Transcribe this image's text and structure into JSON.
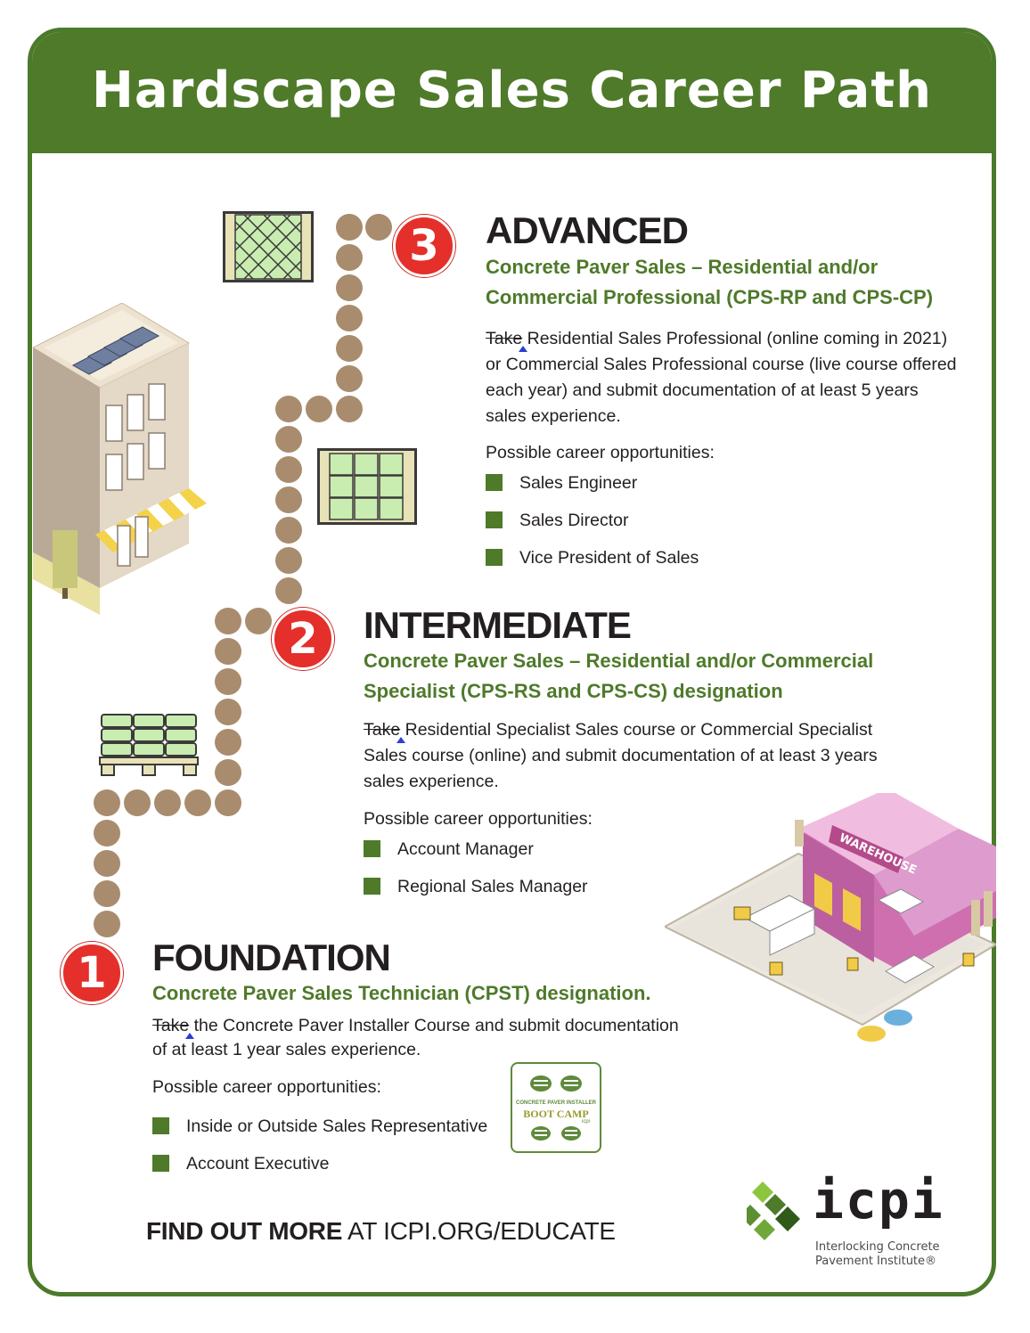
{
  "header": {
    "title": "Hardscape Sales Career Path"
  },
  "advanced": {
    "number": "3",
    "title": "ADVANCED",
    "designation_line1": "Concrete Paver Sales – Residential and/or",
    "designation_line2": "Commercial Professional (CPS-RP and CPS-CP)",
    "strike_word": "Take",
    "body_line1": " Residential Sales Professional (online coming in 2021)",
    "body_line2": "or Commercial Sales Professional course (live course offered",
    "body_line3": "each year) and submit documentation of at least 5 years",
    "body_line4": "sales experience.",
    "opportunities_label": "Possible career opportunities:",
    "opportunities": [
      "Sales Engineer",
      "Sales Director",
      "Vice President of Sales"
    ]
  },
  "intermediate": {
    "number": "2",
    "title": "INTERMEDIATE",
    "designation_line1": "Concrete Paver Sales – Residential and/or Commercial",
    "designation_line2": "Specialist (CPS-RS and CPS-CS) designation",
    "strike_word": "Take",
    "body_line1": " Residential Specialist Sales course or Commercial Specialist",
    "body_line2": "Sales course (online) and submit documentation of at least 3 years",
    "body_line3": "sales experience.",
    "opportunities_label": "Possible career opportunities:",
    "opportunities": [
      "Account Manager",
      "Regional Sales Manager"
    ]
  },
  "foundation": {
    "number": "1",
    "title": "FOUNDATION",
    "designation_line1": "Concrete Paver Sales Technician (CPST) designation.",
    "strike_word": "Take",
    "body_line1": " the Concrete Paver Installer Course and submit documentation",
    "body_line2": "of at least 1 year sales experience.",
    "opportunities_label": "Possible career opportunities:",
    "opportunities": [
      "Inside or Outside Sales Representative",
      "Account Executive"
    ]
  },
  "bootcamp": {
    "line1": "CONCRETE PAVER INSTALLER",
    "line2": "BOOT CAMP",
    "tag": "icpi"
  },
  "warehouse_sign": "WAREHOUSE",
  "footer": {
    "cta_bold": "FIND OUT MORE",
    "cta_rest": " AT ICPI.ORG/EDUCATE"
  },
  "logo": {
    "wordmark": "icpi",
    "tagline_line1": "Interlocking Concrete",
    "tagline_line2": "Pavement Institute®"
  },
  "colors": {
    "brand_green": "#4e7a2a",
    "badge_red": "#e42f2a",
    "path_dot": "#a98c6e"
  }
}
